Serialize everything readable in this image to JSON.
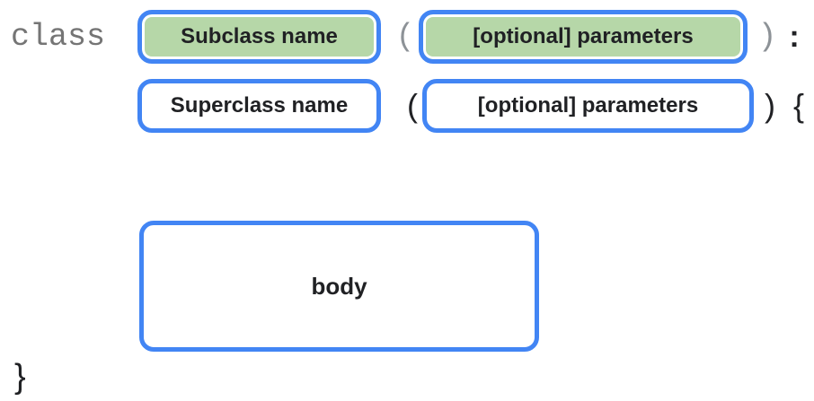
{
  "colors": {
    "accent_blue": "#4285f4",
    "highlight_green": "#b6d7a8",
    "keyword_gray": "#757575",
    "paren_gray": "#8d9297",
    "text_black": "#202124",
    "page_bg": "#ffffff"
  },
  "syntax": {
    "line1": {
      "keyword": "class",
      "subclass_name": "Subclass name",
      "open_paren": "(",
      "parameters": "[optional] parameters",
      "close_paren": ")",
      "colon": ":"
    },
    "line2": {
      "superclass_name": "Superclass name",
      "open_paren": "(",
      "parameters": "[optional] parameters",
      "close_paren": ")",
      "open_brace": "{"
    },
    "line3": {
      "body": "body"
    },
    "line4": {
      "close_brace": "}"
    }
  }
}
